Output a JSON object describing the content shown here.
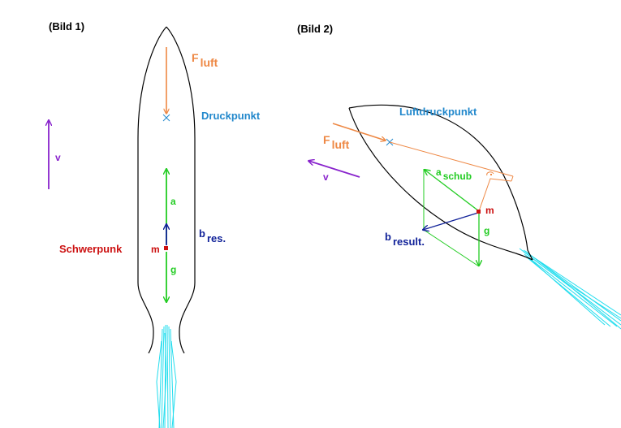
{
  "colors": {
    "outline": "#000000",
    "air": "#ee8844",
    "blue": "#2288cc",
    "green": "#22cc22",
    "navy": "#112299",
    "red": "#cc1111",
    "purple": "#8822cc",
    "exhaust": "#22ddee"
  },
  "bild1": {
    "caption": "(Bild 1)",
    "f_main": "F",
    "f_sub": "luft",
    "druckpunkt": "Druckpunkt",
    "v": "v",
    "a": "a",
    "b_main": "b",
    "b_sub": "res.",
    "schwerpunkt": "Schwerpunk",
    "m": "m",
    "g": "g"
  },
  "bild2": {
    "caption": "(Bild 2)",
    "luftdruckpunkt": "Luftdruckpunkt",
    "f_main": "F",
    "f_sub": "luft",
    "v": "v",
    "a_main": "a",
    "a_sub": "schub",
    "m": "m",
    "g": "g",
    "b_main": "b",
    "b_sub": "result."
  }
}
